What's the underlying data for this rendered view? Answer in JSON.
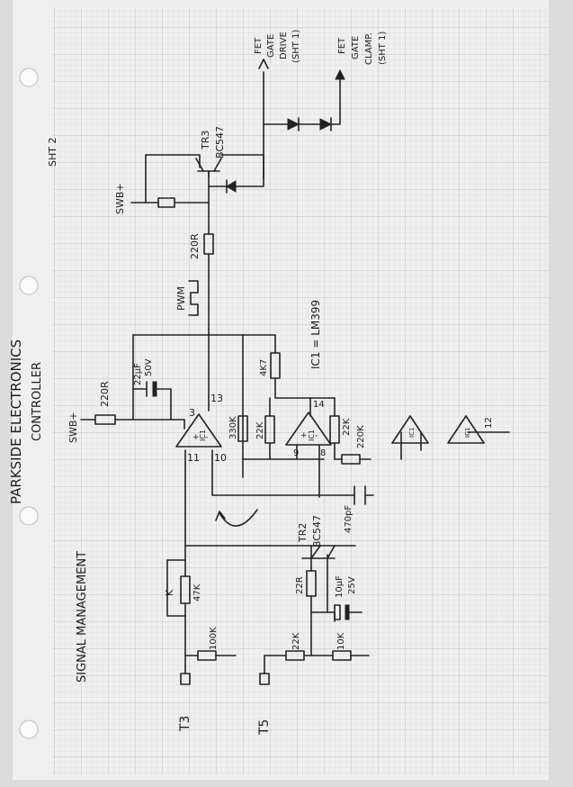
{
  "title": {
    "line1": "PARKSIDE ELECTRONICS",
    "line2": "CONTROLLER"
  },
  "section": "SIGNAL MANAGEMENT",
  "sheet": "SHT 2",
  "ic_note": "IC1 = LM399",
  "pwm": "PWM",
  "supply": "SWB+",
  "outputs": {
    "drive": [
      "FET",
      "GATE",
      "DRIVE",
      "(SHT 1)"
    ],
    "clamp": [
      "FET",
      "GATE",
      "CLAMP.",
      "(SHT 1)"
    ]
  },
  "transistors": {
    "tr3": {
      "name": "TR3",
      "type": "BC547"
    },
    "tr2": {
      "name": "TR2",
      "type": "BC547"
    }
  },
  "components": {
    "r_in": "220R",
    "r_base": "220R",
    "cap_top": [
      "22µF",
      "50V"
    ],
    "r_330k": "330K",
    "r_4k7": "4K7",
    "r_22k_a": "22K",
    "r_22k_b": "22K",
    "r_220k": "220K",
    "cap_470p": "470pF",
    "pot_47k": "47K",
    "r_100k": "100K",
    "r_22r": "22R",
    "cap_10u": [
      "10µF",
      "25V"
    ],
    "r_22k_c": "22K",
    "r_10k": "10K"
  },
  "ic": "IC1",
  "pins": {
    "p3": "3",
    "p13": "13",
    "p11": "11",
    "p10": "10",
    "p9": "9",
    "p8": "8",
    "p14": "14",
    "p12": "12"
  },
  "terminals": {
    "t3": "T3",
    "t5": "T5"
  },
  "pot_label": "K",
  "colors": {
    "paper": "#efefef",
    "grid": "#c3c3c3",
    "ink": "#222222",
    "background": "#dcdcdc"
  }
}
